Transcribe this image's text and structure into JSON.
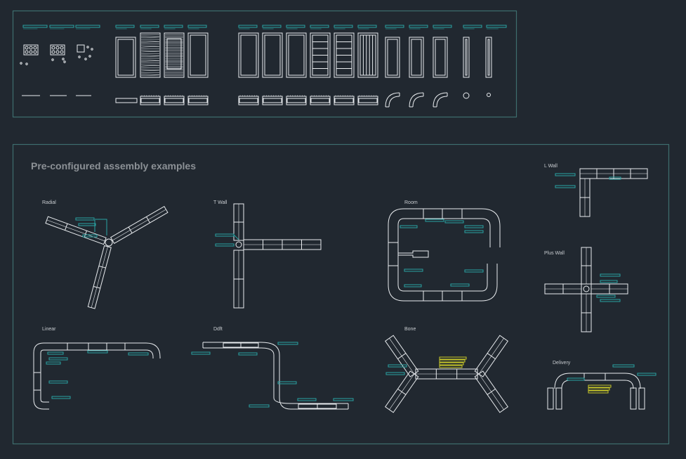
{
  "title": "Pre-configured assembly examples",
  "colors": {
    "background": "#212830",
    "frame": "#3d6e6e",
    "line": "#e9ecef",
    "annotation": "#29a3a3",
    "highlight": "#c6c629",
    "title_text": "#8c9196"
  },
  "examples": [
    {
      "id": "radial",
      "label": "Radial"
    },
    {
      "id": "t-wall",
      "label": "T Wall"
    },
    {
      "id": "room",
      "label": "Room"
    },
    {
      "id": "l-wall",
      "label": "L Wall"
    },
    {
      "id": "plus-wall",
      "label": "Plus Wall"
    },
    {
      "id": "linear",
      "label": "Linear"
    },
    {
      "id": "ddft",
      "label": "Ddft"
    },
    {
      "id": "bone",
      "label": "Bone"
    },
    {
      "id": "delivery",
      "label": "Delivery"
    }
  ]
}
